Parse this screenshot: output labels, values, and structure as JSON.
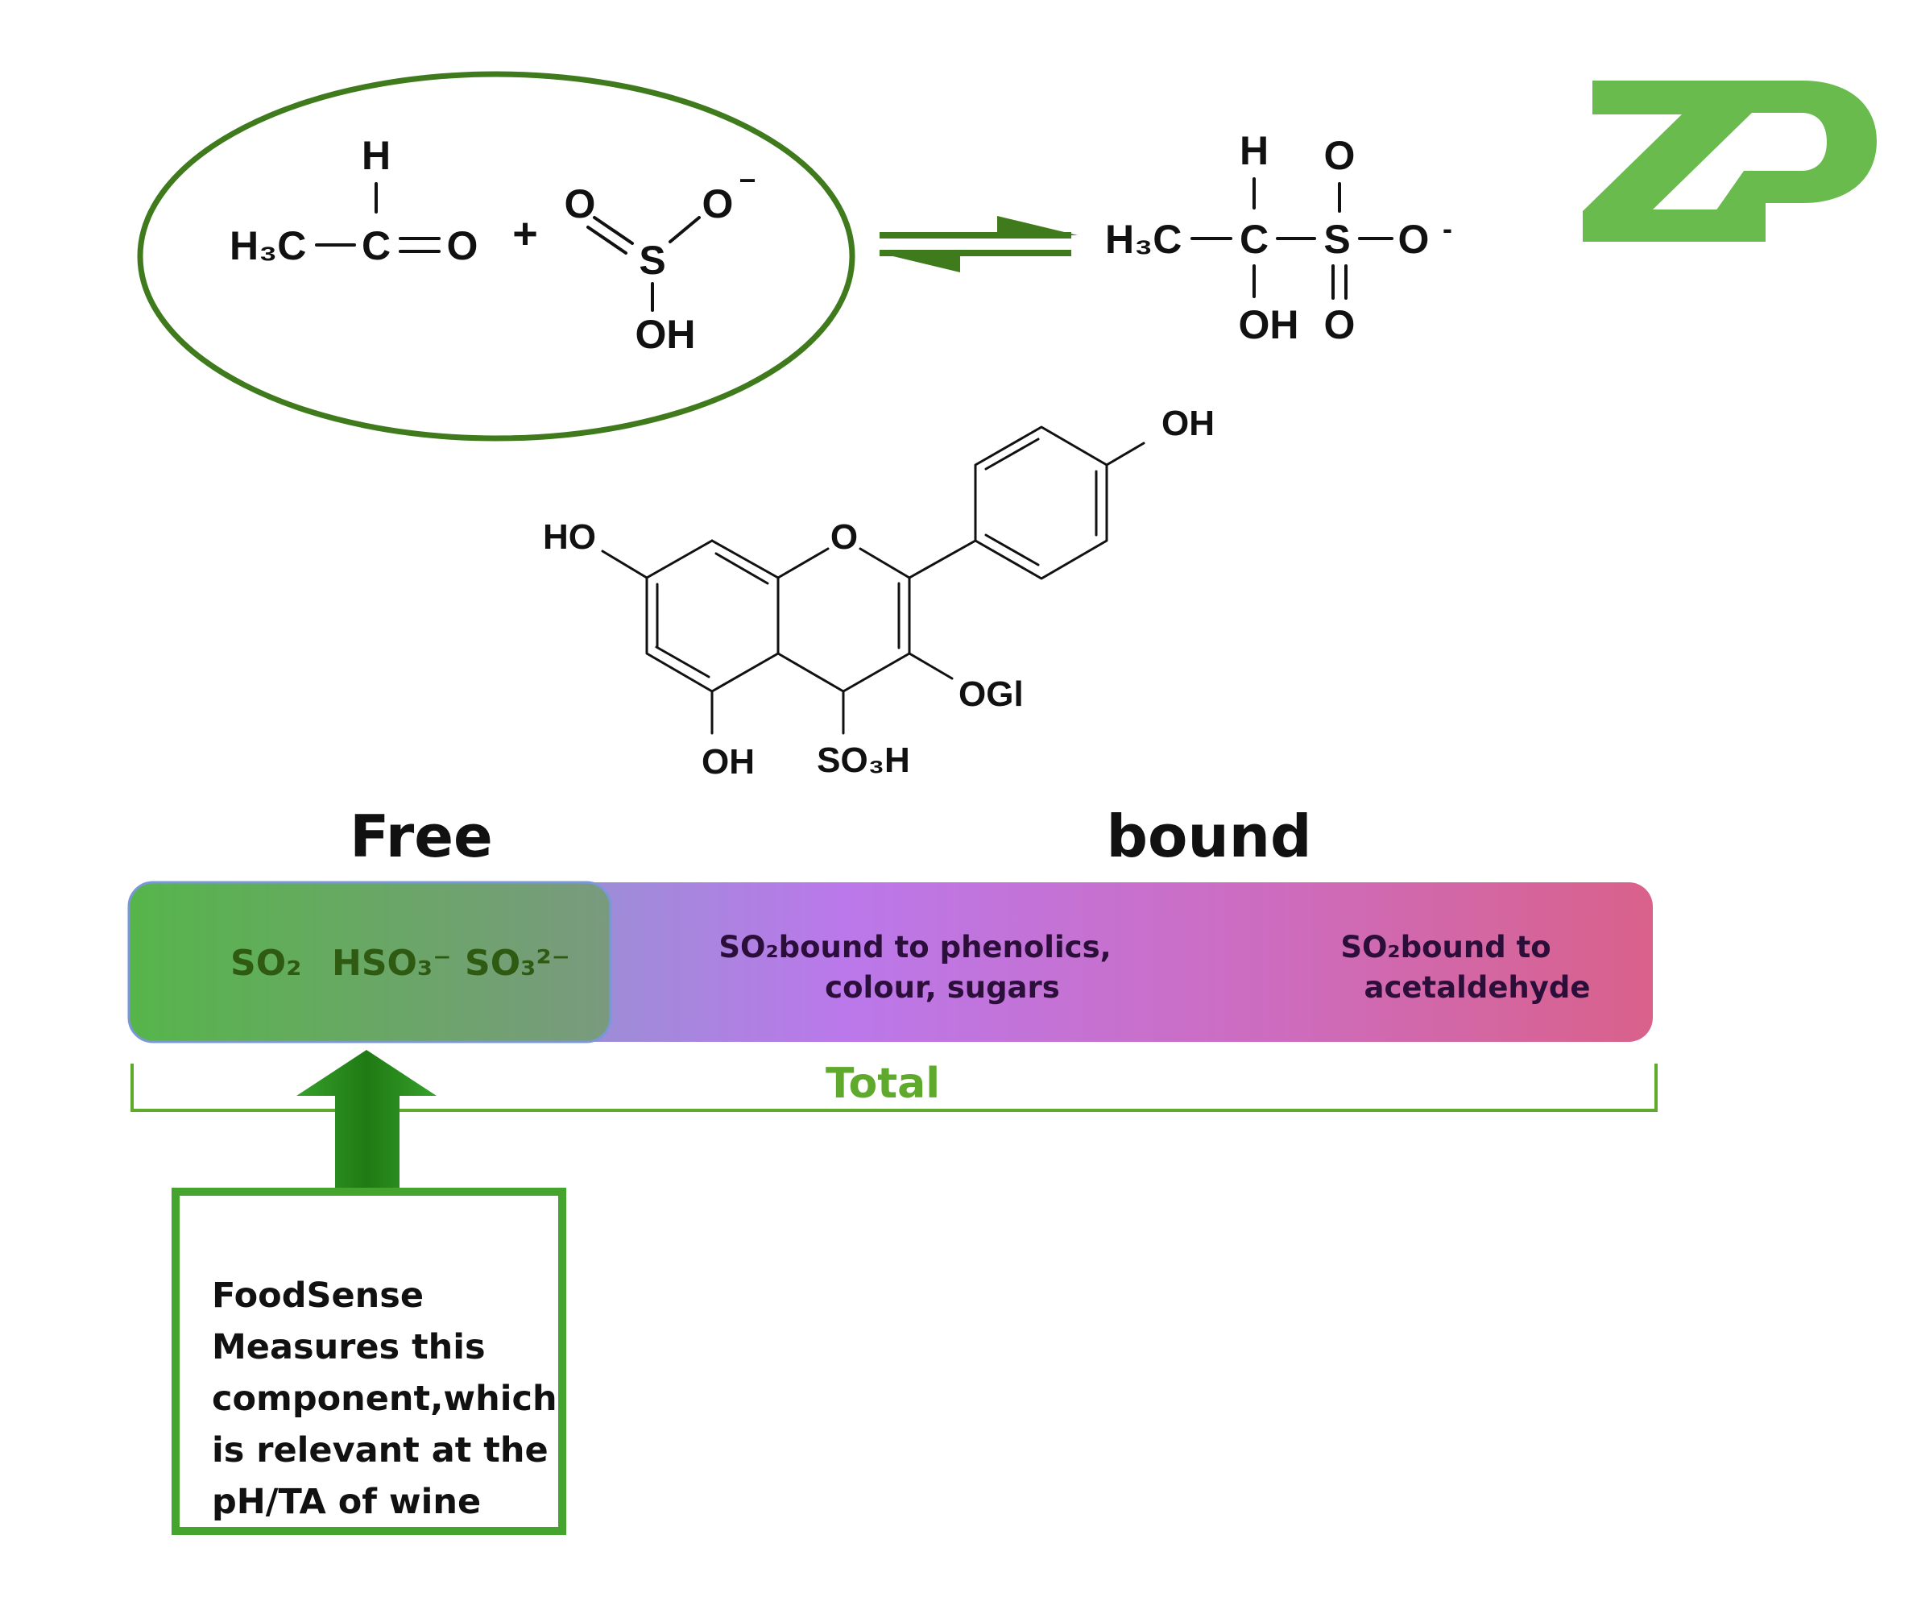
{
  "reaction": {
    "reactant1": {
      "h_top": "H",
      "h3c": "H₃C",
      "c": "C",
      "o": "O"
    },
    "plus": "+",
    "reactant2": {
      "o_left": "O",
      "o_right": "O",
      "o_charge": "−",
      "s": "S",
      "oh": "OH"
    },
    "product": {
      "h3c": "H₃C",
      "h": "H",
      "c": "C",
      "s": "S",
      "o_right": "O",
      "o_charge": "-",
      "o_top": "O",
      "o_bottom": "O",
      "oh": "OH"
    }
  },
  "molecule": {
    "oh_top": "OH",
    "ho_left": "HO",
    "o_ring": "O",
    "ogl": "OGl",
    "oh_bottom": "OH",
    "so3h": "SO₃H"
  },
  "labels": {
    "free": "Free",
    "bound": "bound",
    "total": "Total"
  },
  "bar": {
    "free_species": [
      "SO₂",
      "HSO₃⁻",
      "SO₃²⁻"
    ],
    "bound_phenolics": [
      "SO₂bound to phenolics,",
      "colour, sugars"
    ],
    "bound_acetaldehyde": [
      "SO₂bound to",
      "acetaldehyde"
    ]
  },
  "callout": {
    "text": "FoodSense\nMeasures this\ncomponent,which\nis relevant at the\npH/TA of wine"
  },
  "logo": {
    "text": "ZP",
    "color": "#6abb4e"
  },
  "colors": {
    "green_dark": "#3f7a1d",
    "green_box": "#45a42d",
    "total_green": "#5faa2c",
    "bar_purple": "#b97bea",
    "bar_pink": "#d9618a",
    "free_text": "#2f5a12",
    "bound_text": "#2b0f3a"
  }
}
